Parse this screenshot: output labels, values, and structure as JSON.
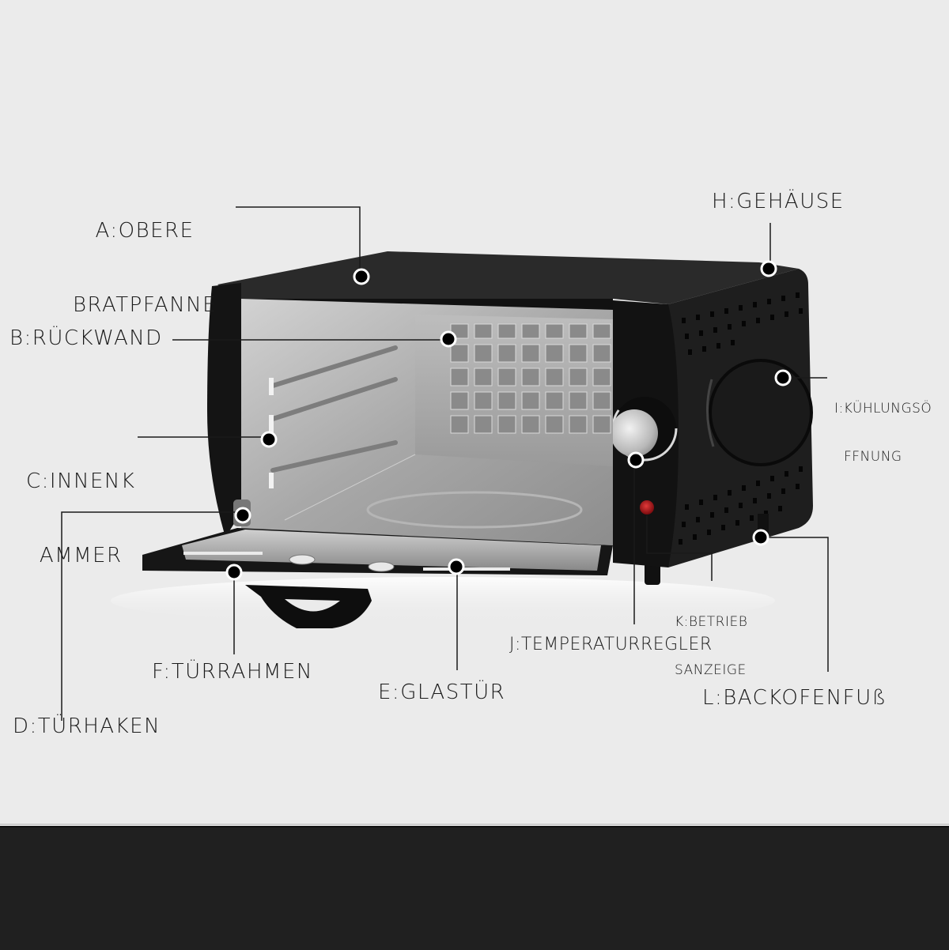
{
  "image": {
    "subject": "Mini oven parts diagram",
    "background_color": "#ebebeb",
    "footer_band_color": "#202020"
  },
  "labels": {
    "A": {
      "letter": "A",
      "line1": "A:OBERE",
      "line2": "BRATPFANNE"
    },
    "B": {
      "letter": "B",
      "text": "B:RÜCKWAND"
    },
    "C": {
      "letter": "C",
      "line1": "C:INNENK",
      "line2": "AMMER"
    },
    "D": {
      "letter": "D",
      "text": "D:TÜRHAKEN"
    },
    "E": {
      "letter": "E",
      "text": "E:GLASTÜR"
    },
    "F": {
      "letter": "F",
      "text": "F:TÜRRAHMEN"
    },
    "H": {
      "letter": "H",
      "text": "H:GEHÄUSE"
    },
    "I": {
      "letter": "I",
      "line1": "I:KÜHLUNGSÖ",
      "line2": "FFNUNG"
    },
    "J": {
      "letter": "J",
      "text": "J:TEMPERATURREGLER"
    },
    "K": {
      "letter": "K",
      "line1": "K:BETRIEB",
      "line2": "SANZEIGE"
    },
    "L": {
      "letter": "L",
      "text": "L:BACKOFENFUß"
    }
  },
  "colors": {
    "oven_body": "#1b1b1b",
    "interior": "#a9a9a9",
    "indicator_light": "#b0141a",
    "knob": "#c9c9c9",
    "callout_dot": "#000000",
    "callout_ring": "#ffffff",
    "leader_line": "#1a1a1a"
  }
}
